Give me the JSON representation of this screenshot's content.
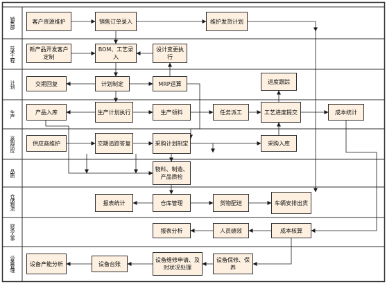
{
  "lanes": [
    {
      "id": "sales",
      "label": "销售部"
    },
    {
      "id": "eng",
      "label": "技术工程"
    },
    {
      "id": "plan",
      "label": "计划"
    },
    {
      "id": "prod",
      "label": "生产"
    },
    {
      "id": "purch",
      "label": "采购供应"
    },
    {
      "id": "qc",
      "label": "品质"
    },
    {
      "id": "wh",
      "label": "仓储物流"
    },
    {
      "id": "fin",
      "label": "财务人事"
    },
    {
      "id": "equip",
      "label": "设备管理"
    }
  ],
  "nodes": {
    "customer_maint": "客户资源维护",
    "order_entry": "销售订单录入",
    "ship_plan_maint": "维护发货计划",
    "new_product_dev": "新产品开发客户定制",
    "bom_routing": "BOM、工艺录入",
    "design_change": "设计变更执行",
    "delivery_reply": "交期回复",
    "plan_make": "计划制定",
    "mrp_run": "MRP运算",
    "progress_track": "进度跟踪",
    "product_in": "产品入库",
    "prod_plan_exec": "生产计划执行",
    "prod_material": "生产领料",
    "task_dispatch": "任务派工",
    "process_report": "工艺进度提交",
    "cost_stats": "成本统计",
    "supplier_maint": "供应商维护",
    "delivery_followup": "交期追踪答复",
    "purchase_plan": "采购计划制定",
    "purchase_in": "采购入库",
    "inspection": "物料、制造、产品质检",
    "report_stats": "报表统计",
    "warehouse_mgmt": "仓库管理",
    "goods_dist": "货物配送",
    "vehicle_ship": "车辆安排出货",
    "report_analysis": "报表分析",
    "staff_perf": "人员绩效",
    "cost_check": "成本核算",
    "capacity_analysis": "设备产能分析",
    "equip_ledger": "设备台账",
    "equip_repair": "设备维修申请、及时状况处理",
    "equip_maint": "设备保修、保养"
  },
  "colors": {
    "box_fill": "#fdf0e0",
    "stroke": "#2f2f2f",
    "bg": "#ffffff"
  }
}
